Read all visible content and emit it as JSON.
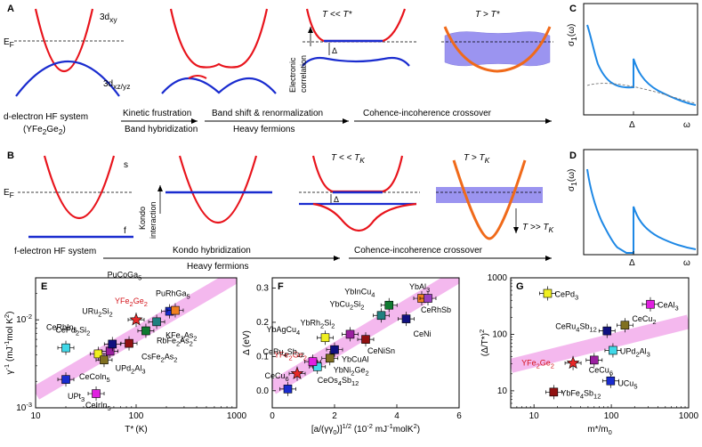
{
  "panels": {
    "A": "A",
    "B": "B",
    "C": "C",
    "D": "D",
    "E": "E",
    "F": "F",
    "G": "G"
  },
  "row_a": {
    "band_top": "3d",
    "band_top_sub": "xy",
    "band_bot": "3d",
    "band_bot_sub": "xz/yz",
    "ef": "E",
    "ef_sub": "F",
    "t_low": "T << T*",
    "t_high": "T > T*",
    "electronic": "Electronic",
    "correlation": "correlation",
    "delta": "Δ",
    "system_line1": "d-electron HF system",
    "system_line2": "(YFe2Ge2)",
    "arrow1_top": "Kinetic frustration",
    "arrow1_bot": "Band hybridization",
    "arrow2_top": "Band shift & renormalization",
    "arrow2_bot": "Heavy fermions",
    "arrow3_top": "Cohence-incoherence crossover"
  },
  "row_b": {
    "band_s": "s",
    "band_f": "f",
    "ef": "E",
    "ef_sub": "F",
    "kondo": "Kondo",
    "interaction": "interaction",
    "t_low": "T < < T",
    "t_low_sub": "K",
    "t_high": "T > T",
    "t_high_sub": "K",
    "t_much": "T >> T",
    "t_much_sub": "K",
    "delta": "Δ",
    "system": "f-electron HF system",
    "arrow1_top": "Kondo  hybridization",
    "arrow1_bot": "Heavy fermions",
    "arrow2_top": "Cohence-incoherence crossover"
  },
  "spectra": {
    "ylabel": "σ",
    "ylabel_sub": "1",
    "ylabel_tail": "(ω)",
    "xtick_delta": "Δ",
    "xtick_omega": "ω"
  },
  "colors": {
    "band_red": "#e8141c",
    "band_blue": "#1a2ccf",
    "band_orange": "#f06a1a",
    "lilac": "#9b94f0",
    "curve_blue": "#1e88e5",
    "diag": "#f4b8ee",
    "highlight": "#d4141b"
  },
  "chart_data": [
    {
      "type": "scatter",
      "panel": "E",
      "xlabel": "T* (K)",
      "ylabel": "γ-1 (mJ-1mol K2)",
      "xscale": "log",
      "yscale": "log",
      "xlim": [
        10,
        1000
      ],
      "ylim": [
        0.001,
        0.03
      ],
      "xticks": [
        "10",
        "100",
        "1000"
      ],
      "yticks": [
        "10-3",
        "10-2"
      ],
      "points": [
        {
          "label": "UPt3",
          "x": 20,
          "y": 0.0021,
          "color": "#1a2ccf"
        },
        {
          "label": "CeIrIn5",
          "x": 40,
          "y": 0.00145,
          "color": "#e020e0"
        },
        {
          "label": "CeRhIn5",
          "x": 20,
          "y": 0.0048,
          "color": "#40d8e8"
        },
        {
          "label": "CePd2Si2",
          "x": 42,
          "y": 0.0041,
          "color": "#f0f020"
        },
        {
          "label": "CeCoIn5",
          "x": 48,
          "y": 0.0035,
          "color": "#807020"
        },
        {
          "label": "UPd2Al3",
          "x": 55,
          "y": 0.0044,
          "color": "#9a20a0"
        },
        {
          "label": "URu2Si2",
          "x": 58,
          "y": 0.0053,
          "color": "#101080"
        },
        {
          "label": "CsFe2As2",
          "x": 85,
          "y": 0.0054,
          "color": "#901010"
        },
        {
          "label": "YFe2Ge2",
          "x": 100,
          "y": 0.01,
          "color": "#e82828",
          "marker": "star"
        },
        {
          "label": "RbFe2As2",
          "x": 125,
          "y": 0.0075,
          "color": "#107a30"
        },
        {
          "label": "KFe2As2",
          "x": 160,
          "y": 0.0095,
          "color": "#208080"
        },
        {
          "label": "PuCoGa5",
          "x": 215,
          "y": 0.0125,
          "color": "#1a2ccf"
        },
        {
          "label": "PuRhGa5",
          "x": 245,
          "y": 0.0128,
          "color": "#f08020"
        }
      ]
    },
    {
      "type": "scatter",
      "panel": "F",
      "xlabel": "[a/(γγ0)]1/2 (10-2 mJ-1molK2)",
      "ylabel": "Δ (eV)",
      "xlim": [
        0,
        6
      ],
      "ylim": [
        -0.05,
        0.33
      ],
      "xticks": [
        "0",
        "2",
        "4",
        "6"
      ],
      "yticks": [
        "0.0",
        "0.1",
        "0.2",
        "0.3"
      ],
      "points": [
        {
          "label": "CeCu6",
          "x": 0.5,
          "y": 0.005,
          "color": "#1a2ccf"
        },
        {
          "label": "YFe2Ge2",
          "x": 0.8,
          "y": 0.05,
          "color": "#e82828",
          "marker": "star"
        },
        {
          "label": "CeOs4Sb12",
          "x": 1.45,
          "y": 0.07,
          "color": "#40d8e8"
        },
        {
          "label": "CeRu4Sb12",
          "x": 1.3,
          "y": 0.085,
          "color": "#e020e0"
        },
        {
          "label": "YbNi2Ge2",
          "x": 1.85,
          "y": 0.095,
          "color": "#807020"
        },
        {
          "label": "YbCuAl",
          "x": 2.0,
          "y": 0.12,
          "color": "#101080"
        },
        {
          "label": "YbAgCu4",
          "x": 1.7,
          "y": 0.155,
          "color": "#f0f020"
        },
        {
          "label": "YbRh2Si2",
          "x": 2.5,
          "y": 0.165,
          "color": "#9a20a0"
        },
        {
          "label": "CeNiSn",
          "x": 3.0,
          "y": 0.15,
          "color": "#901010"
        },
        {
          "label": "YbCu2Si2",
          "x": 3.5,
          "y": 0.22,
          "color": "#208080"
        },
        {
          "label": "YbInCu4",
          "x": 3.75,
          "y": 0.25,
          "color": "#107a30"
        },
        {
          "label": "CeNi",
          "x": 4.3,
          "y": 0.21,
          "color": "#101080"
        },
        {
          "label": "YbAl3",
          "x": 4.8,
          "y": 0.27,
          "color": "#f08020"
        },
        {
          "label": "CeRhSb",
          "x": 5.0,
          "y": 0.27,
          "color": "#9a40c0"
        }
      ]
    },
    {
      "type": "scatter",
      "panel": "G",
      "xlabel": "m*/m0",
      "ylabel": "(Δ/T*)2",
      "xscale": "log",
      "yscale": "log",
      "xlim": [
        5,
        1000
      ],
      "ylim": [
        5,
        1000
      ],
      "xticks": [
        "10",
        "100",
        "1000"
      ],
      "yticks": [
        "10",
        "100",
        "1000"
      ],
      "points": [
        {
          "label": "CePd3",
          "x": 15,
          "y": 530,
          "color": "#f0f020"
        },
        {
          "label": "CeAl3",
          "x": 320,
          "y": 340,
          "color": "#e020e0"
        },
        {
          "label": "CeRu4Sb12",
          "x": 88,
          "y": 115,
          "color": "#101080"
        },
        {
          "label": "CeCu2",
          "x": 150,
          "y": 145,
          "color": "#807020"
        },
        {
          "label": "UPd2Al3",
          "x": 105,
          "y": 52,
          "color": "#40d8e8"
        },
        {
          "label": "CeCu6",
          "x": 60,
          "y": 35,
          "color": "#9a20a0"
        },
        {
          "label": "YFe2Ge2",
          "x": 32,
          "y": 31,
          "color": "#e82828",
          "marker": "star"
        },
        {
          "label": "UCu5",
          "x": 98,
          "y": 15,
          "color": "#1a2ccf"
        },
        {
          "label": "YbFe4Sb12",
          "x": 18,
          "y": 9.5,
          "color": "#901010"
        }
      ]
    }
  ]
}
